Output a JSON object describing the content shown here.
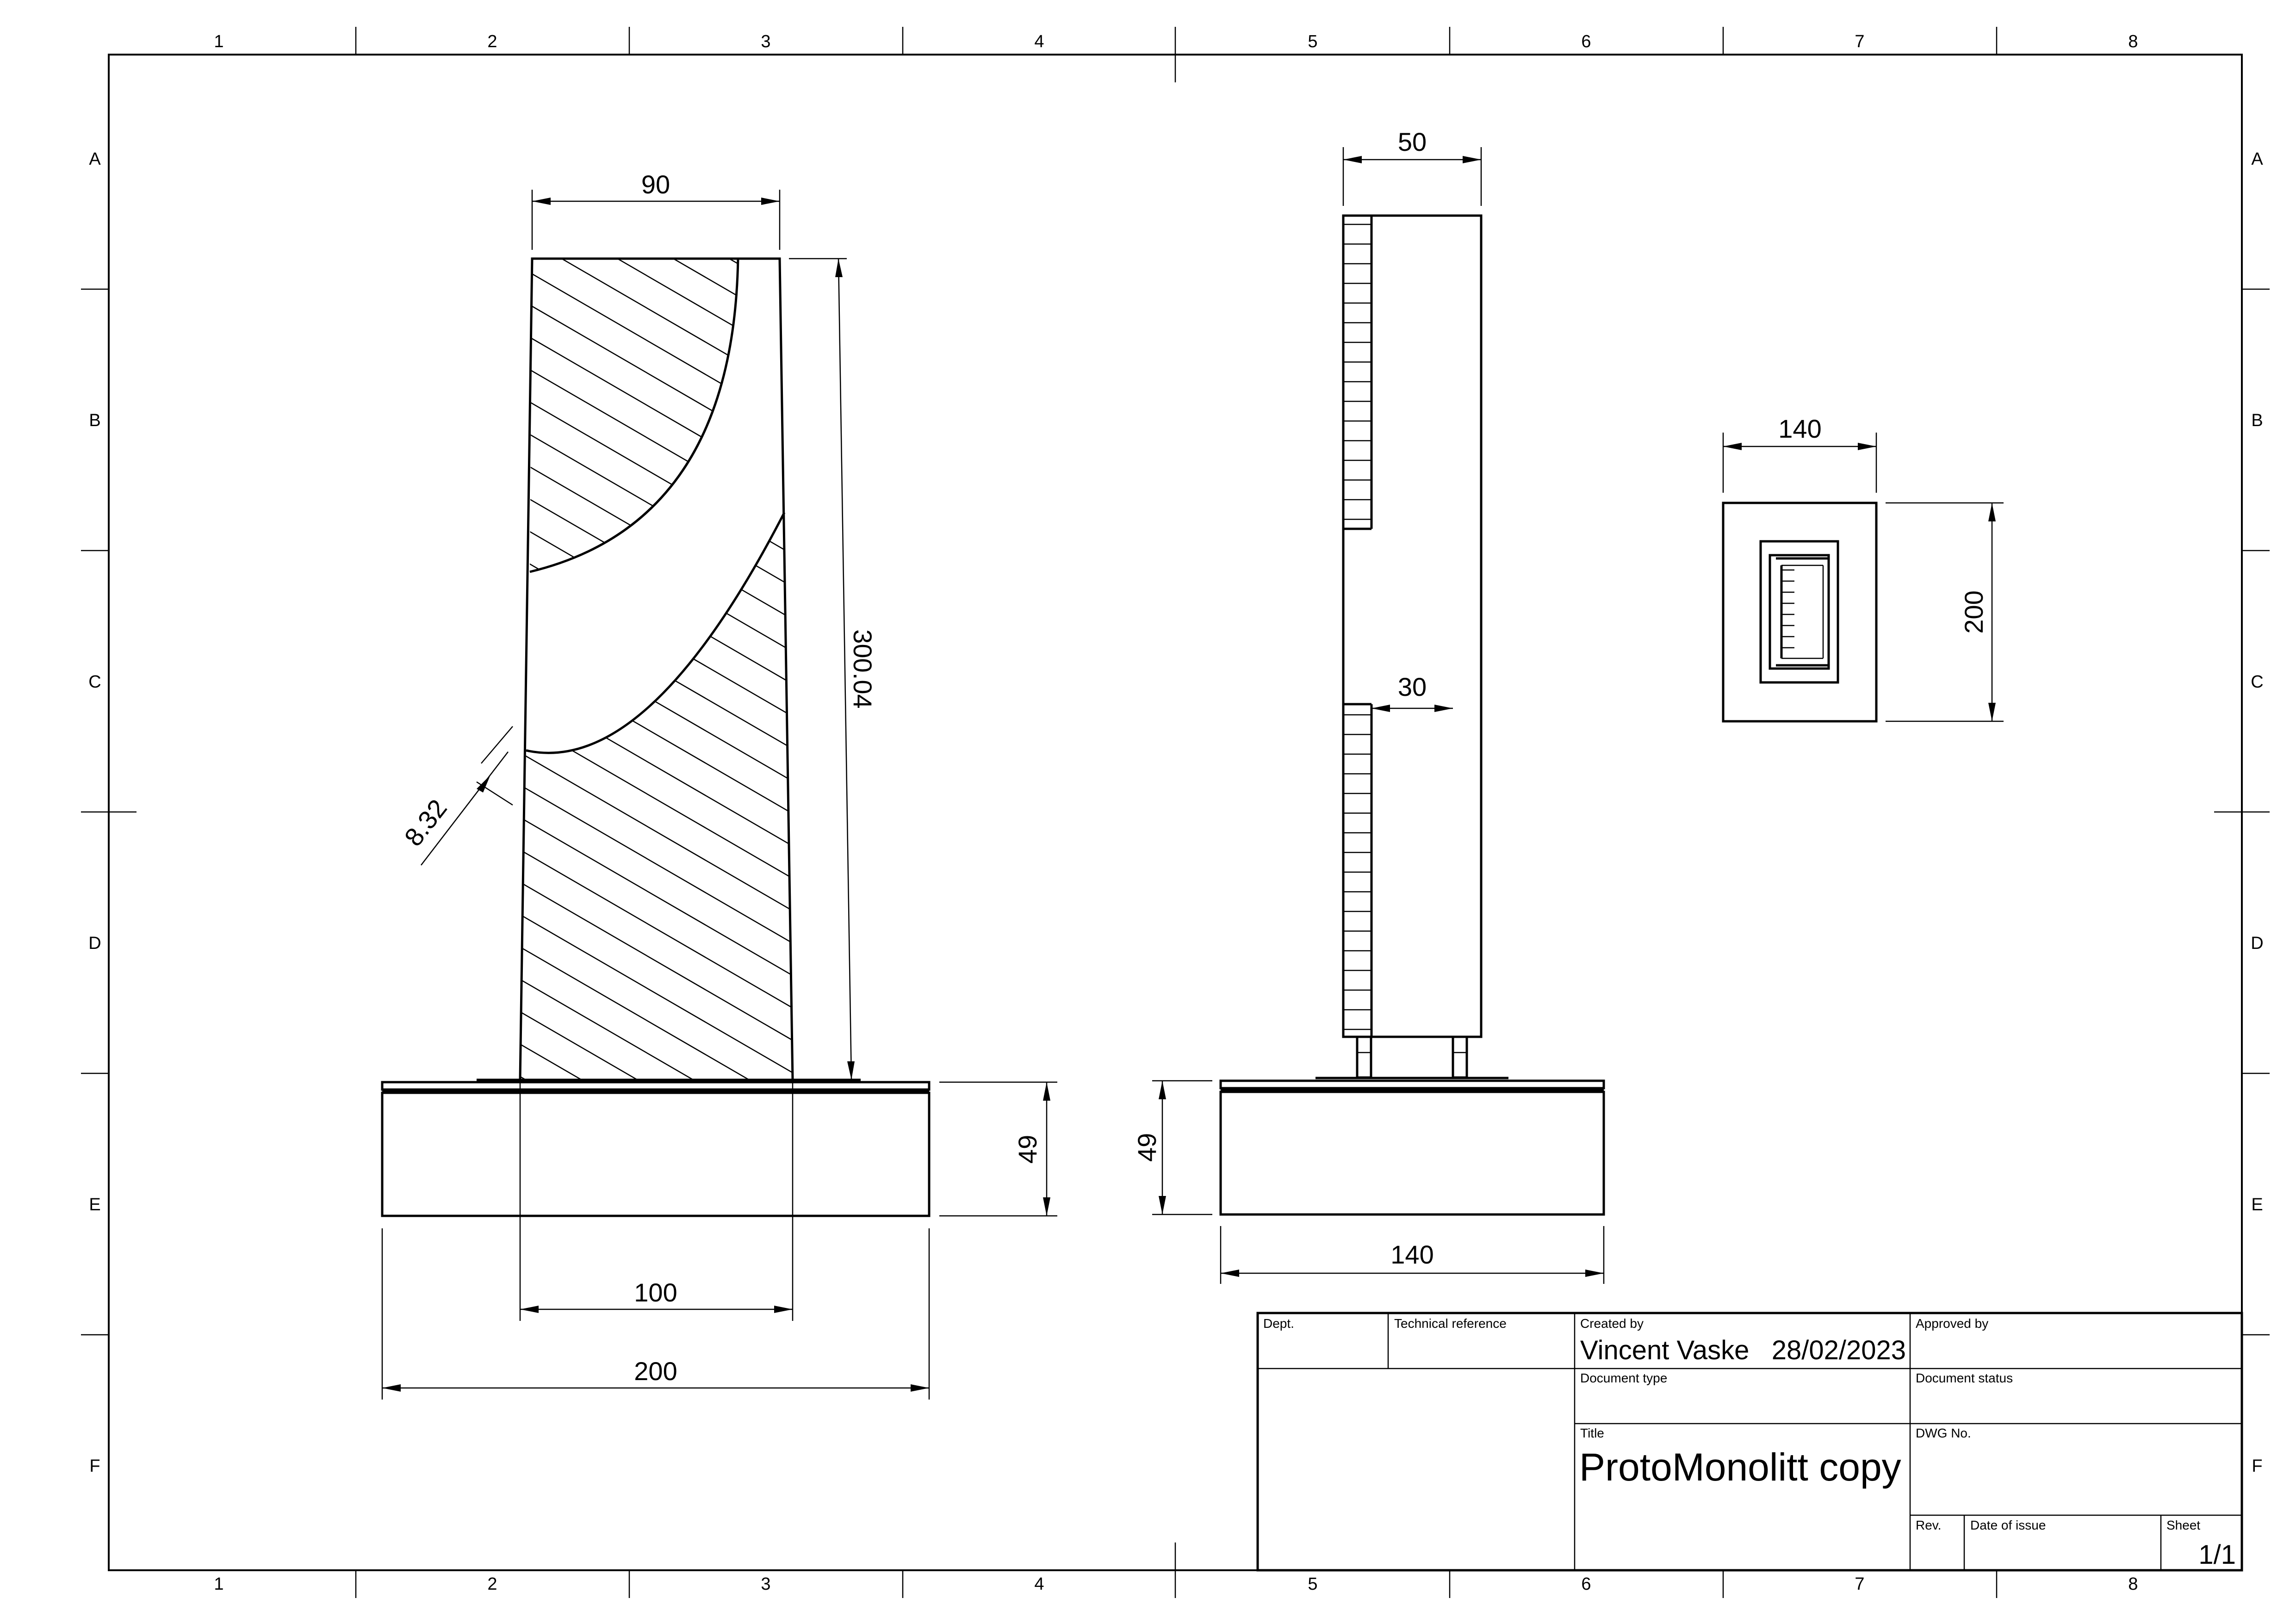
{
  "zones": {
    "columns": [
      "1",
      "2",
      "3",
      "4",
      "5",
      "6",
      "7",
      "8"
    ],
    "rows": [
      "A",
      "B",
      "C",
      "D",
      "E",
      "F"
    ]
  },
  "dimensions": {
    "front_top_width": "90",
    "front_height": "300.04",
    "front_wall": "8.32",
    "base_height_front": "49",
    "front_bottom_width": "100",
    "base_width_front": "200",
    "side_depth": "50",
    "side_recess": "30",
    "base_height_side": "49",
    "base_width_side": "140",
    "top_width": "140",
    "top_length": "200"
  },
  "title_block": {
    "dept_label": "Dept.",
    "tech_ref_label": "Technical reference",
    "created_by_label": "Created by",
    "created_by_value": "Vincent Vaske   28/02/2023",
    "approved_by_label": "Approved by",
    "doc_type_label": "Document type",
    "doc_status_label": "Document status",
    "title_label": "Title",
    "title_value": "ProtoMonolitt copy",
    "dwg_no_label": "DWG No.",
    "rev_label": "Rev.",
    "date_issue_label": "Date of issue",
    "sheet_label": "Sheet",
    "sheet_value": "1/1"
  }
}
